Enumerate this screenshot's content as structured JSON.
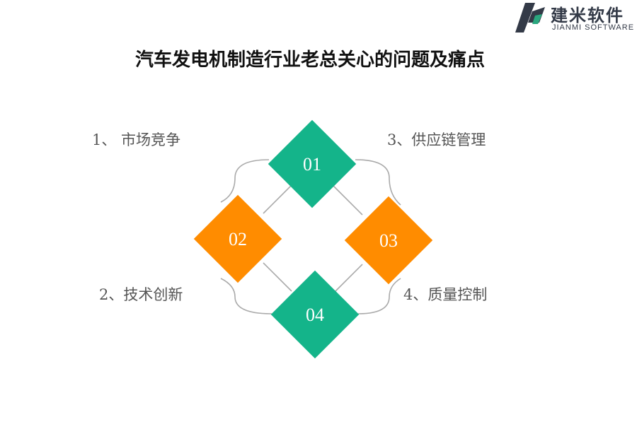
{
  "logo": {
    "name_cn": "建米软件",
    "name_en": "JIANMI SOFTWARE",
    "colors": {
      "dark": "#333a47",
      "green": "#2aa77e"
    }
  },
  "title": "汽车发电机制造行业老总关心的问题及痛点",
  "items": [
    {
      "number": "01",
      "label": "1、  市场竞争",
      "color": "#14b48a"
    },
    {
      "number": "02",
      "label": "2、技术创新",
      "color": "#ff8c00"
    },
    {
      "number": "03",
      "label": "3、供应链管理",
      "color": "#ff8c00"
    },
    {
      "number": "04",
      "label": "4、质量控制",
      "color": "#14b48a"
    }
  ],
  "connector_color": "#aaaaaa"
}
